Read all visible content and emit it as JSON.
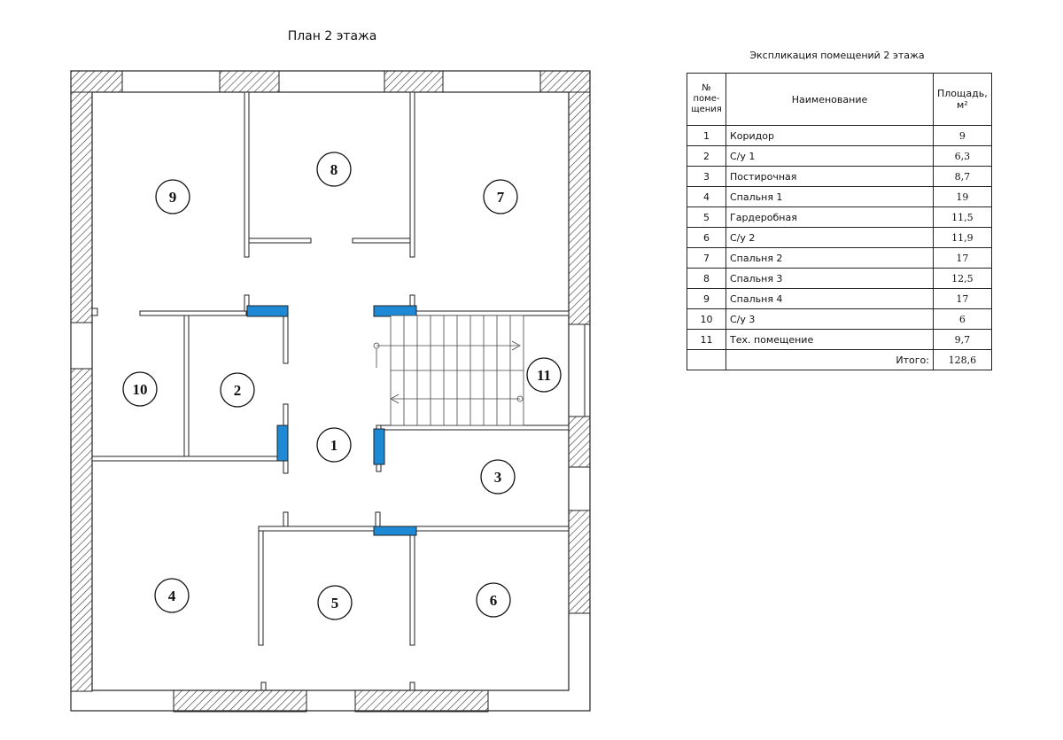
{
  "plan": {
    "title": "План 2 этажа",
    "room_labels": [
      "1",
      "2",
      "3",
      "4",
      "5",
      "6",
      "7",
      "8",
      "9",
      "10",
      "11"
    ]
  },
  "table": {
    "title": "Экспликация помещений 2 этажа",
    "header": {
      "num": "№ поме- щения",
      "name": "Наименование",
      "area": "Площадь, м²"
    },
    "rows": [
      {
        "num": "1",
        "name": "Коридор",
        "area": "9"
      },
      {
        "num": "2",
        "name": "С/у 1",
        "area": "6,3"
      },
      {
        "num": "3",
        "name": "Постирочная",
        "area": "8,7"
      },
      {
        "num": "4",
        "name": "Спальня 1",
        "area": "19"
      },
      {
        "num": "5",
        "name": "Гардеробная",
        "area": "11,5"
      },
      {
        "num": "6",
        "name": "С/у 2",
        "area": "11,9"
      },
      {
        "num": "7",
        "name": "Спальня 2",
        "area": "17"
      },
      {
        "num": "8",
        "name": "Спальня 3",
        "area": "12,5"
      },
      {
        "num": "9",
        "name": "Спальня 4",
        "area": "17"
      },
      {
        "num": "10",
        "name": "С/у 3",
        "area": "6"
      },
      {
        "num": "11",
        "name": "Тех. помещение",
        "area": "9,7"
      }
    ],
    "total_label": "Итого:",
    "total_value": "128,6"
  },
  "colors": {
    "line": "#222222",
    "door_accent": "#1e8ad6",
    "hatch_fill": "#ffffff"
  }
}
